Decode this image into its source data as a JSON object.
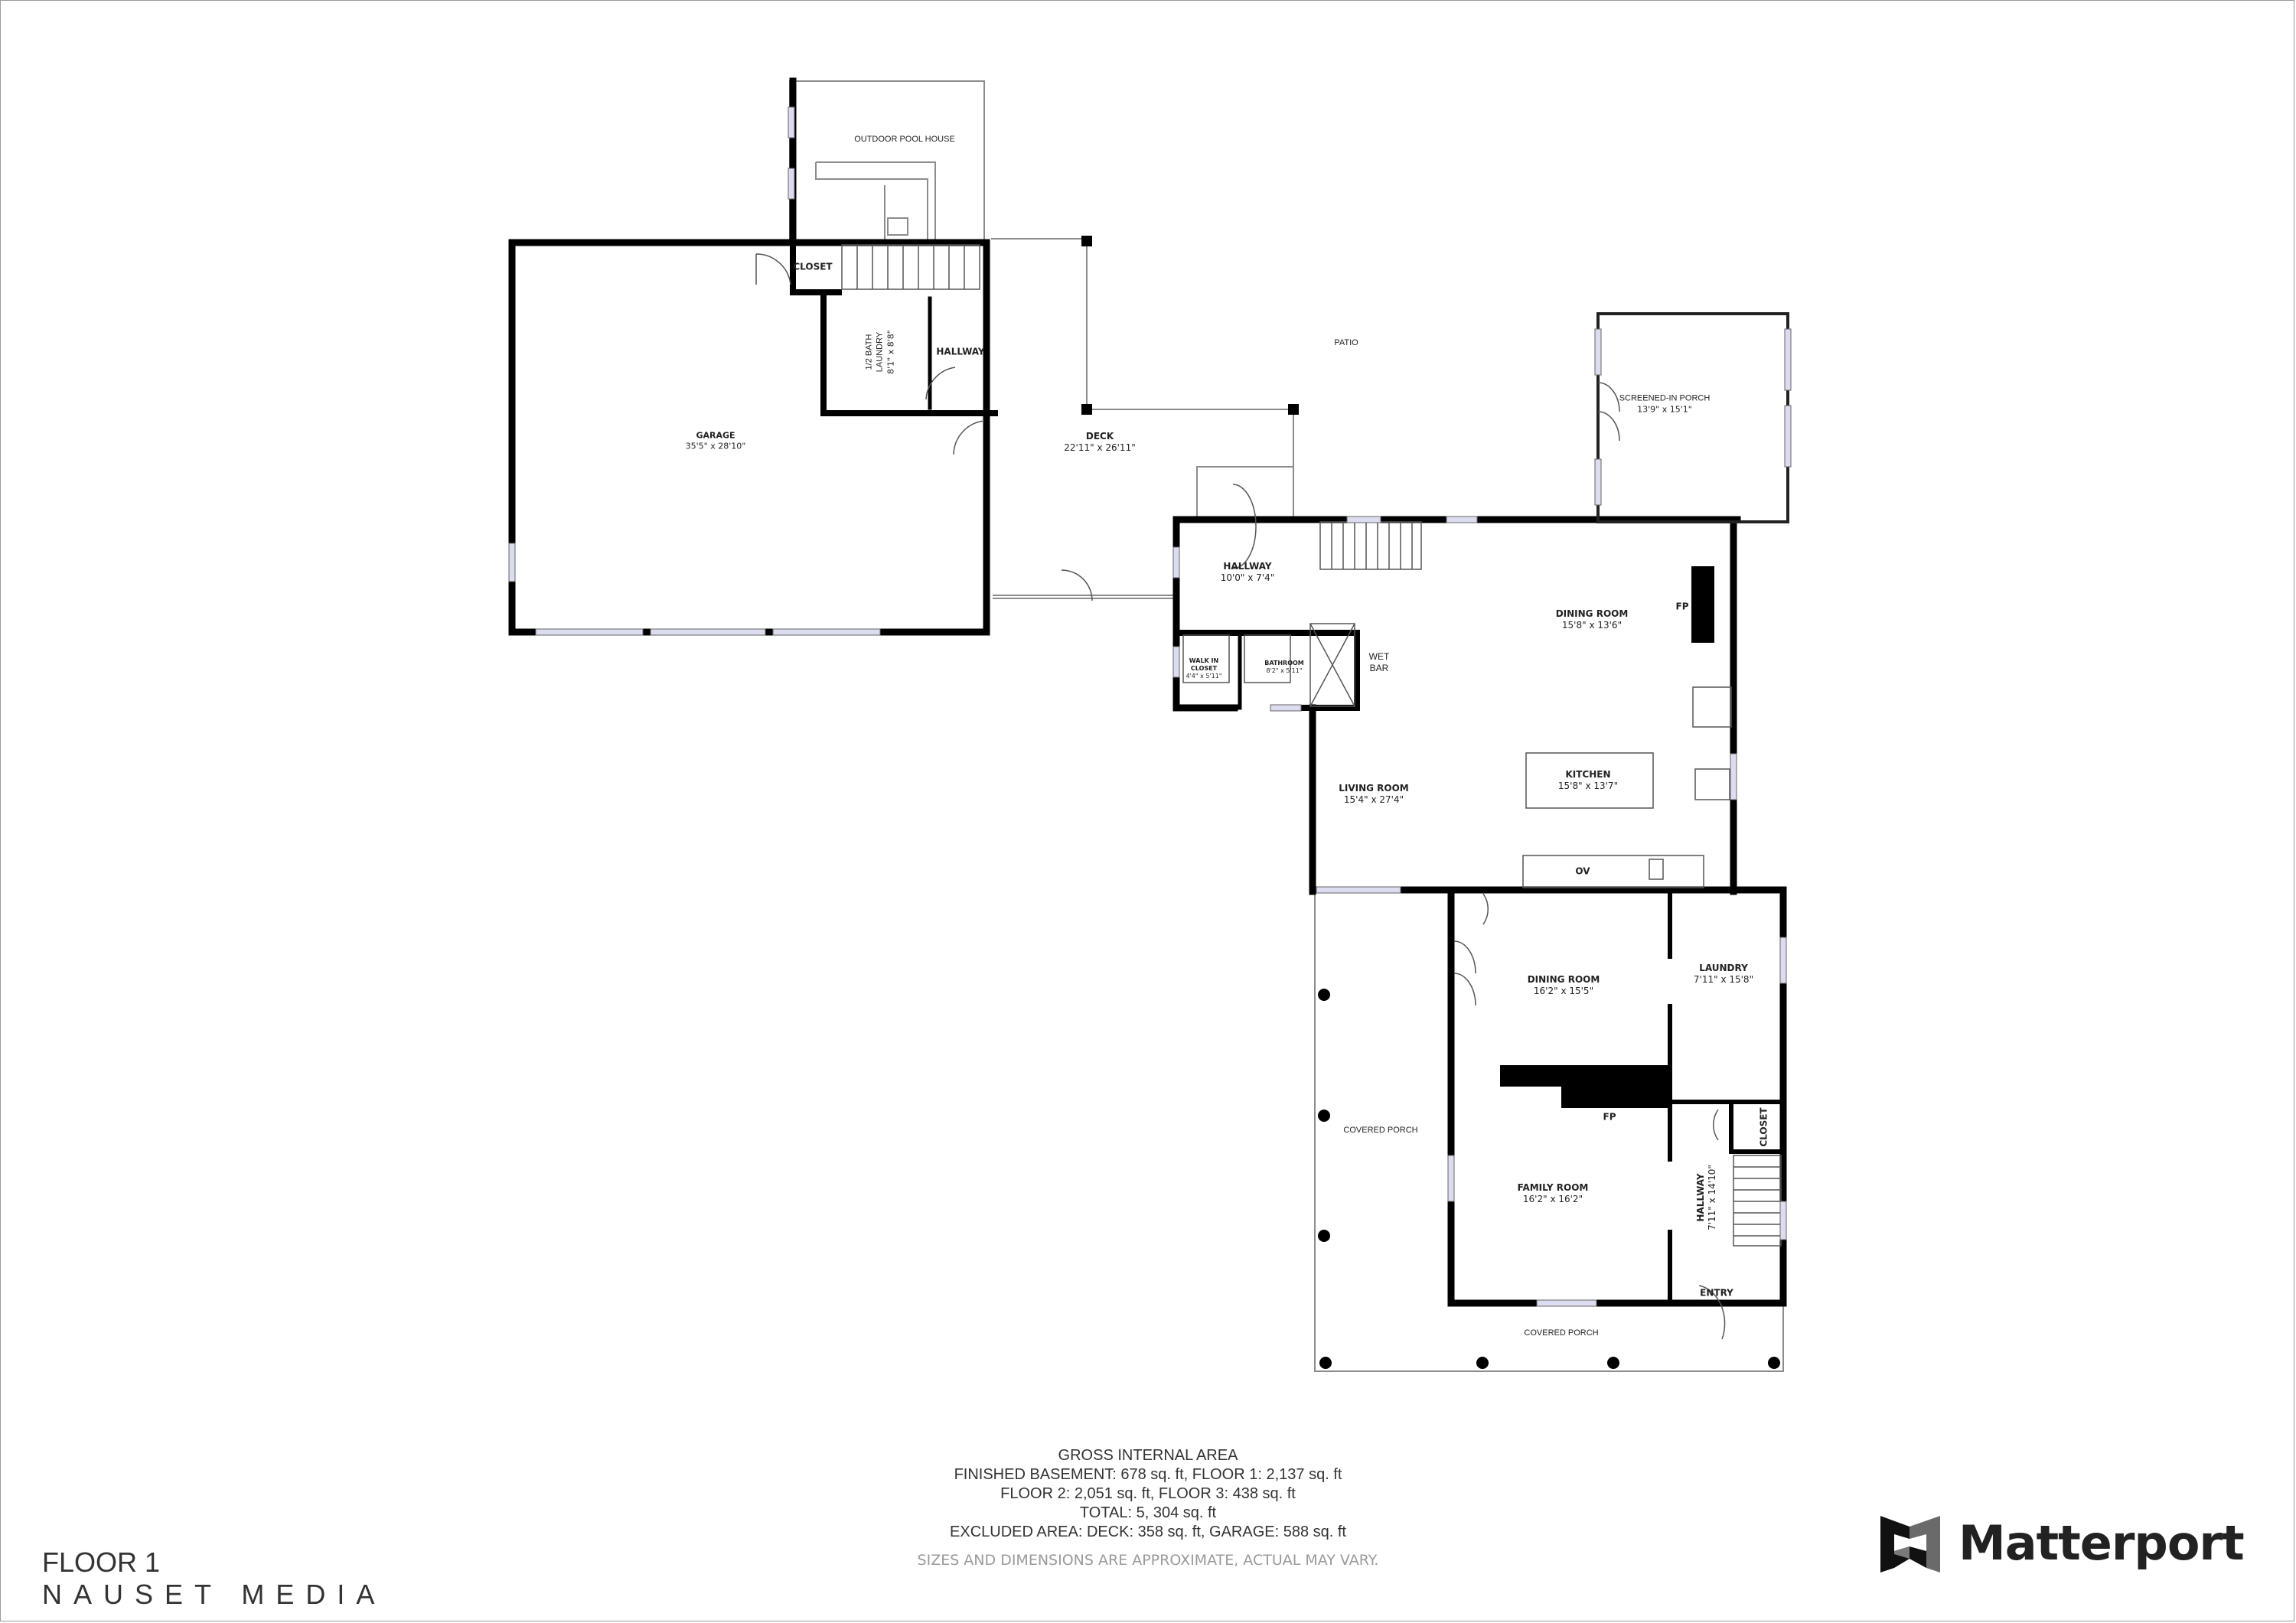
{
  "plan": {
    "floor_label": "FLOOR 1",
    "brand_label": "NAUSET MEDIA",
    "logo": {
      "icon": "matterport-logo-icon",
      "text": "Matterport"
    },
    "colors": {
      "wall": "#000000",
      "thin_line": "#8c8c8c",
      "window": "#dcdcf0",
      "text": "#222222",
      "note": "#9a9a9a"
    }
  },
  "rooms": {
    "outdoor_pool_house": {
      "name": "OUTDOOR POOL HOUSE"
    },
    "closet_garage": {
      "name": "CLOSET"
    },
    "half_bath": {
      "name": "1/2 BATH",
      "name2": "LAUNDRY",
      "dims": "8'1\" x 8'8\""
    },
    "hallway_garage": {
      "name": "HALLWAY"
    },
    "garage": {
      "name": "GARAGE",
      "dims": "35'5\" x 28'10\""
    },
    "patio": {
      "name": "PATIO"
    },
    "deck": {
      "name": "DECK",
      "dims": "22'11\" x 26'11\""
    },
    "screened_porch": {
      "name": "SCREENED-IN PORCH",
      "dims": "13'9\" x 15'1\""
    },
    "hallway_main": {
      "name": "HALLWAY",
      "dims": "10'0\" x 7'4\""
    },
    "walk_in_closet": {
      "name": "WALK IN",
      "name2": "CLOSET",
      "dims": "4'4\" x 5'11\""
    },
    "bathroom": {
      "name": "BATHROOM",
      "dims": "8'2\" x 5'11\""
    },
    "wet_bar": {
      "name": "WET",
      "name2": "BAR"
    },
    "dining_room_1": {
      "name": "DINING ROOM",
      "dims": "15'8\" x 13'6\""
    },
    "fireplace_1": {
      "name": "FP"
    },
    "kitchen": {
      "name": "KITCHEN",
      "dims": "15'8\" x 13'7\""
    },
    "oven": {
      "name": "OV"
    },
    "living_room": {
      "name": "LIVING ROOM",
      "dims": "15'4\" x 27'4\""
    },
    "dining_room_2": {
      "name": "DINING ROOM",
      "dims": "16'2\" x 15'5\""
    },
    "laundry": {
      "name": "LAUNDRY",
      "dims": "7'11\" x 15'8\""
    },
    "fireplace_2": {
      "name": "FP"
    },
    "family_room": {
      "name": "FAMILY ROOM",
      "dims": "16'2\" x 16'2\""
    },
    "closet_hall": {
      "name": "CLOSET"
    },
    "hallway_entry": {
      "name": "HALLWAY",
      "dims": "7'11\" x 14'10\""
    },
    "entry": {
      "name": "ENTRY"
    },
    "covered_porch_side": {
      "name": "COVERED PORCH"
    },
    "covered_porch_front": {
      "name": "COVERED PORCH"
    }
  },
  "area_summary": {
    "title": "GROSS INTERNAL AREA",
    "line1": "FINISHED BASEMENT: 678 sq. ft, FLOOR 1: 2,137 sq. ft",
    "line2": "FLOOR 2: 2,051 sq. ft, FLOOR 3: 438 sq. ft",
    "total": "TOTAL: 5, 304 sq. ft",
    "excluded": "EXCLUDED AREA: DECK: 358 sq. ft, GARAGE: 588 sq. ft",
    "note": "SIZES AND DIMENSIONS ARE APPROXIMATE, ACTUAL MAY VARY."
  }
}
